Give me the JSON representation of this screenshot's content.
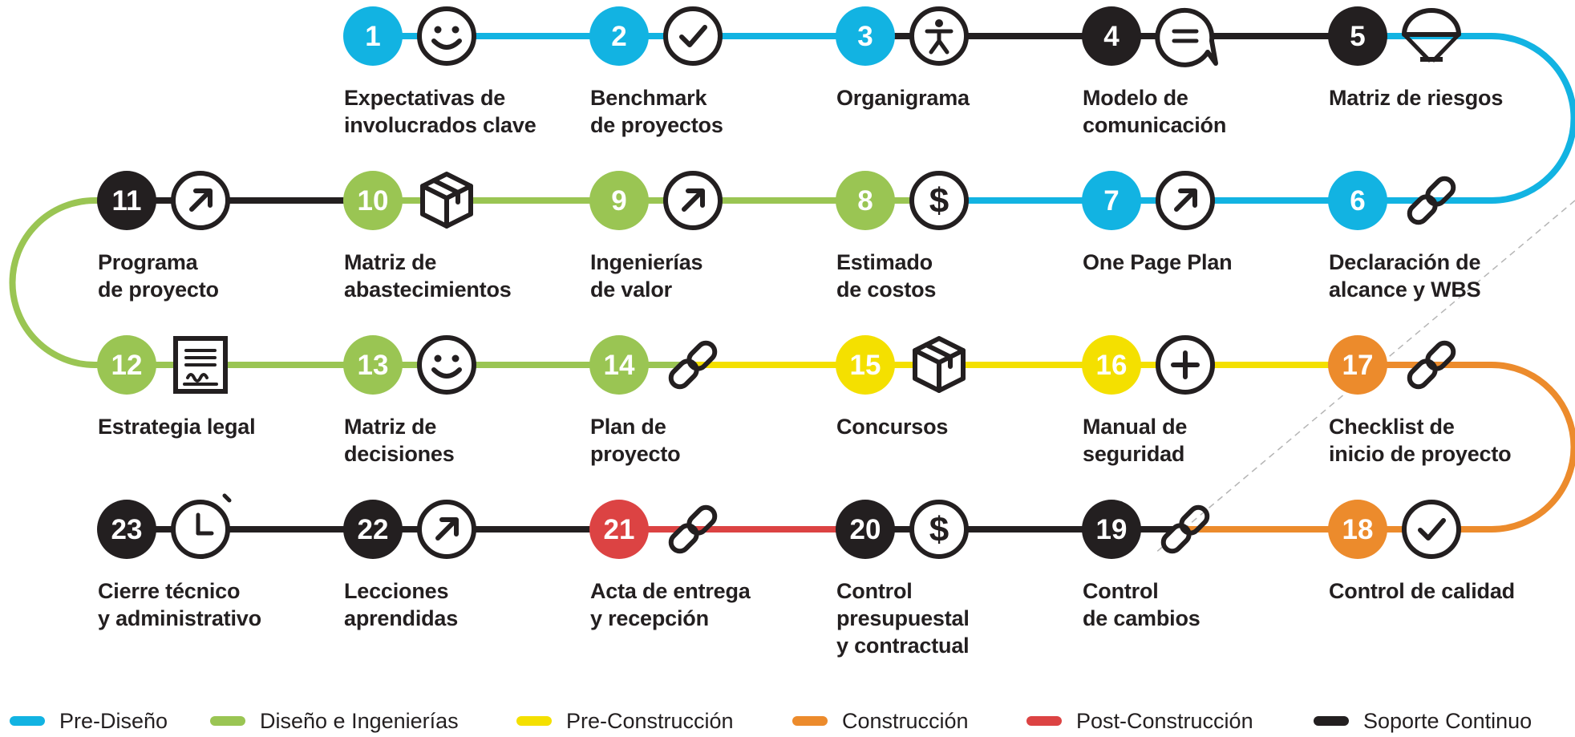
{
  "colors": {
    "pre_diseno": "#12b3e2",
    "diseno": "#9ac553",
    "pre_construccion": "#f4e000",
    "construccion": "#ec8b2c",
    "post_construccion": "#dc4343",
    "soporte": "#231f20"
  },
  "steps": [
    {
      "num": "1",
      "line1": "Expectativas de",
      "line2": "involucrados clave",
      "line3": "",
      "color": "pre_diseno",
      "icon": "smiley-icon"
    },
    {
      "num": "2",
      "line1": "Benchmark",
      "line2": "de proyectos",
      "line3": "",
      "color": "pre_diseno",
      "icon": "check-icon"
    },
    {
      "num": "3",
      "line1": "Organigrama",
      "line2": "",
      "line3": "",
      "color": "pre_diseno",
      "icon": "person-icon"
    },
    {
      "num": "4",
      "line1": "Modelo de",
      "line2": "comunicación",
      "line3": "",
      "color": "soporte",
      "icon": "speech-bubble-icon"
    },
    {
      "num": "5",
      "line1": "Matriz de riesgos",
      "line2": "",
      "line3": "",
      "color": "soporte",
      "icon": "parachute-icon"
    },
    {
      "num": "6",
      "line1": "Declaración de",
      "line2": "alcance y WBS",
      "line3": "",
      "color": "pre_diseno",
      "icon": "link-icon"
    },
    {
      "num": "7",
      "line1": "One Page Plan",
      "line2": "",
      "line3": "",
      "color": "pre_diseno",
      "icon": "arrow-icon"
    },
    {
      "num": "8",
      "line1": "Estimado",
      "line2": "de costos",
      "line3": "",
      "color": "diseno",
      "icon": "dollar-icon"
    },
    {
      "num": "9",
      "line1": "Ingenierías",
      "line2": "de valor",
      "line3": "",
      "color": "diseno",
      "icon": "arrow-icon"
    },
    {
      "num": "10",
      "line1": "Matriz de",
      "line2": "abastecimientos",
      "line3": "",
      "color": "diseno",
      "icon": "box-icon"
    },
    {
      "num": "11",
      "line1": "Programa",
      "line2": "de proyecto",
      "line3": "",
      "color": "soporte",
      "icon": "arrow-icon"
    },
    {
      "num": "12",
      "line1": "Estrategia legal",
      "line2": "",
      "line3": "",
      "color": "diseno",
      "icon": "document-icon"
    },
    {
      "num": "13",
      "line1": "Matriz de",
      "line2": "decisiones",
      "line3": "",
      "color": "diseno",
      "icon": "smiley-icon"
    },
    {
      "num": "14",
      "line1": "Plan de",
      "line2": "proyecto",
      "line3": "",
      "color": "diseno",
      "icon": "link-icon"
    },
    {
      "num": "15",
      "line1": "Concursos",
      "line2": "",
      "line3": "",
      "color": "pre_construccion",
      "icon": "box-icon"
    },
    {
      "num": "16",
      "line1": "Manual de",
      "line2": "seguridad",
      "line3": "",
      "color": "pre_construccion",
      "icon": "plus-icon"
    },
    {
      "num": "17",
      "line1": "Checklist de",
      "line2": "inicio de proyecto",
      "line3": "",
      "color": "construccion",
      "icon": "link-icon"
    },
    {
      "num": "18",
      "line1": "Control de calidad",
      "line2": "",
      "line3": "",
      "color": "construccion",
      "icon": "check-icon"
    },
    {
      "num": "19",
      "line1": "Control",
      "line2": "de cambios",
      "line3": "",
      "color": "soporte",
      "icon": "link-icon"
    },
    {
      "num": "20",
      "line1": "Control",
      "line2": "presupuestal",
      "line3": "y contractual",
      "color": "soporte",
      "icon": "dollar-icon"
    },
    {
      "num": "21",
      "line1": "Acta de entrega",
      "line2": "y recepción",
      "line3": "",
      "color": "post_construccion",
      "icon": "link-icon"
    },
    {
      "num": "22",
      "line1": "Lecciones",
      "line2": "aprendidas",
      "line3": "",
      "color": "soporte",
      "icon": "arrow-icon"
    },
    {
      "num": "23",
      "line1": "Cierre técnico",
      "line2": "y administrativo",
      "line3": "",
      "color": "soporte",
      "icon": "stopwatch-icon"
    }
  ],
  "legend": [
    {
      "label": "Pre-Diseño",
      "color": "#12b3e2"
    },
    {
      "label": "Diseño e Ingenierías",
      "color": "#9ac553"
    },
    {
      "label": "Pre-Construcción",
      "color": "#f4e000"
    },
    {
      "label": "Construcción",
      "color": "#ec8b2c"
    },
    {
      "label": "Post-Construcción",
      "color": "#dc4343"
    },
    {
      "label": "Soporte Continuo",
      "color": "#231f20"
    }
  ]
}
